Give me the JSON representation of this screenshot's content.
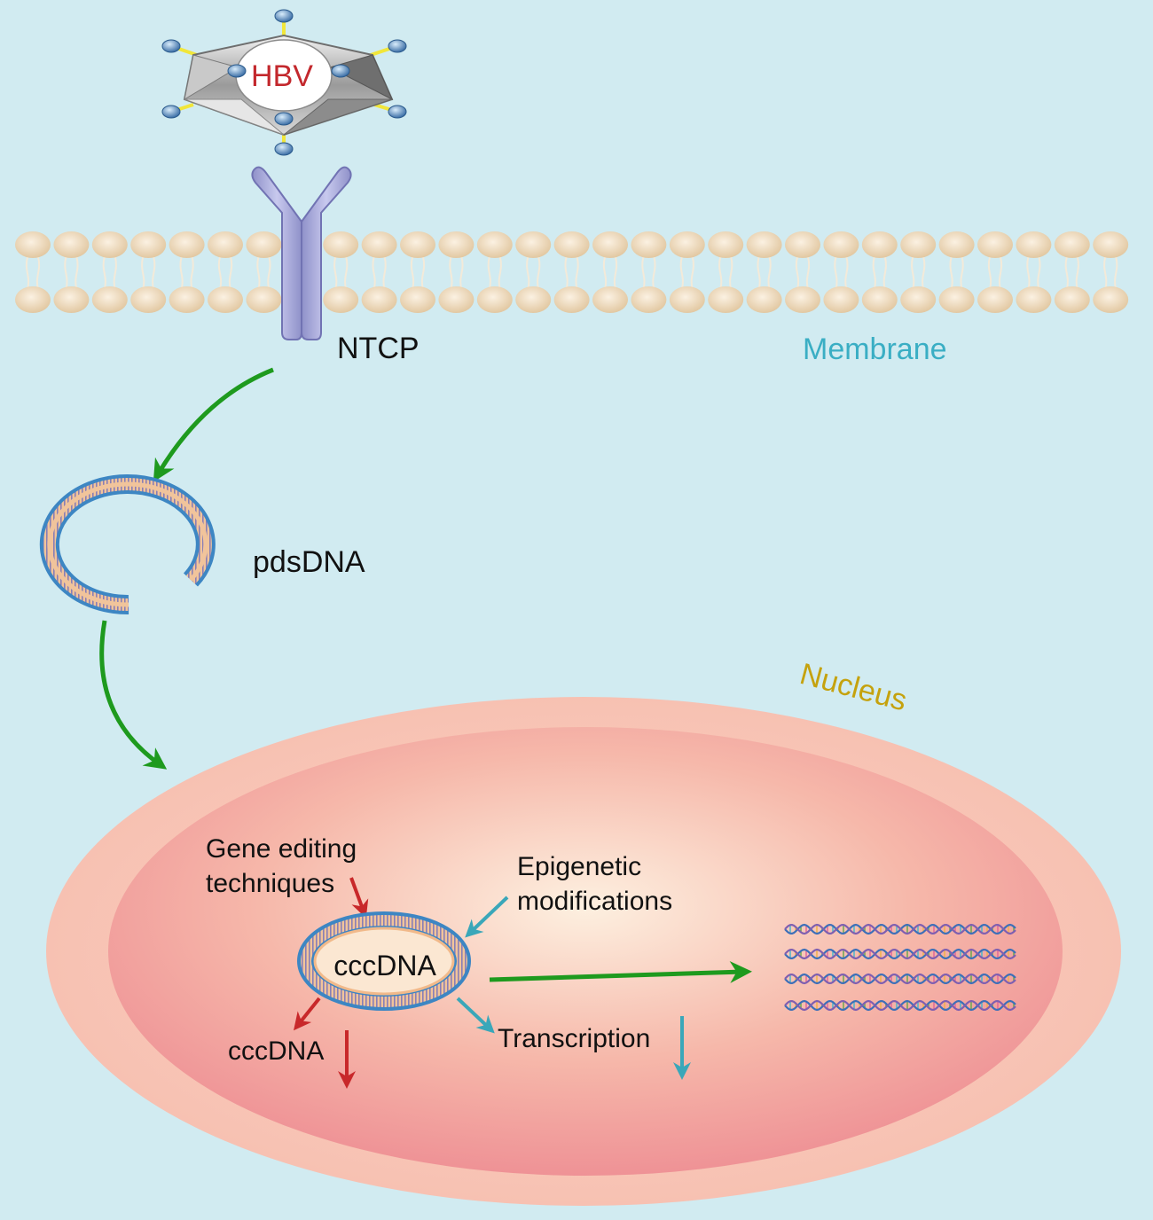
{
  "labels": {
    "virus": "HBV",
    "receptor": "NTCP",
    "membrane": "Membrane",
    "relaxed_dna": "pdsDNA",
    "nucleus": "Nucleus",
    "gene_editing_line1": "Gene editing",
    "gene_editing_line2": "techniques",
    "epigenetic_line1": "Epigenetic",
    "epigenetic_line2": "modifications",
    "cccdna_center": "cccDNA",
    "cccdna_reduced": "cccDNA",
    "transcription": "Transcription"
  },
  "colors": {
    "background": "#d1ebf1",
    "green_arrow": "#1e9a1e",
    "red_arrow": "#c8282a",
    "teal_arrow": "#3aa7b9",
    "membrane_label": "#3aaec4",
    "nucleus_label": "#c5a20e",
    "hbv_text": "#c3282d",
    "dna_blue": "#3d86c3",
    "dna_orange": "#f1b98a"
  }
}
